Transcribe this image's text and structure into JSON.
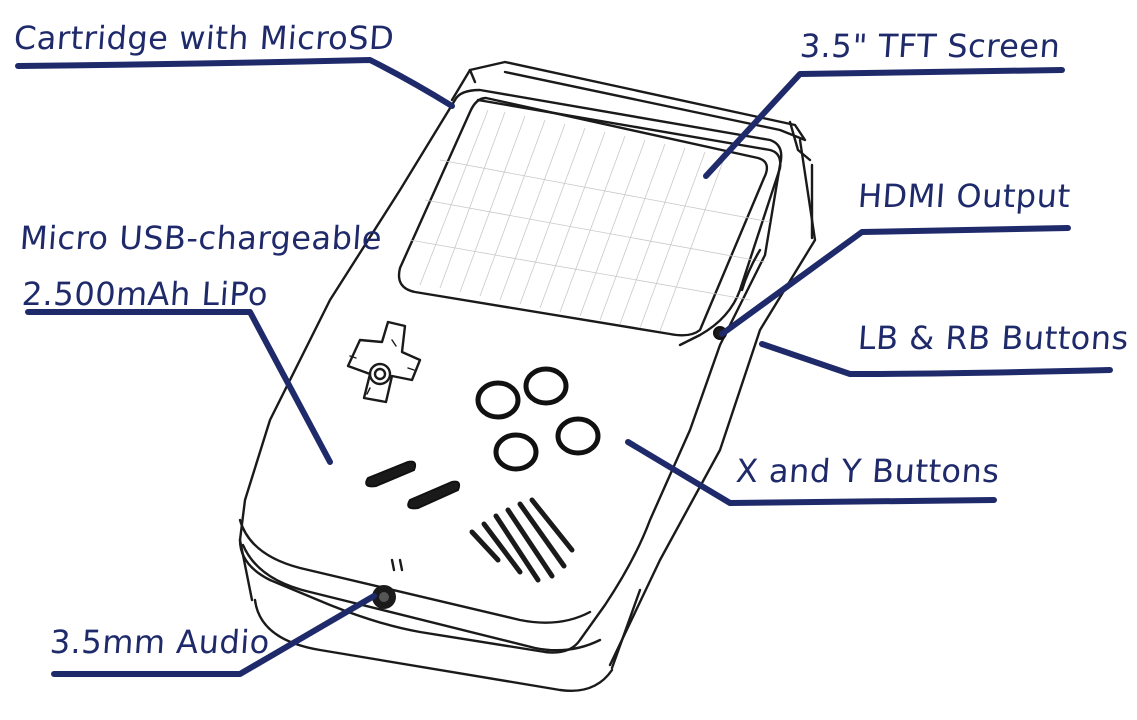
{
  "labels": {
    "cartridge": "Cartridge with MicroSD",
    "screen": "3.5\" TFT Screen",
    "hdmi": "HDMI Output",
    "usb_line1": "Micro USB-chargeable",
    "usb_line2": "2.500mAh LiPo",
    "shoulder": "LB & RB Buttons",
    "xy": "X and Y Buttons",
    "audio": "3.5mm Audio"
  },
  "colors": {
    "annotation": "#1f2a6b",
    "sketch": "#1a1a1a",
    "background": "#ffffff"
  }
}
